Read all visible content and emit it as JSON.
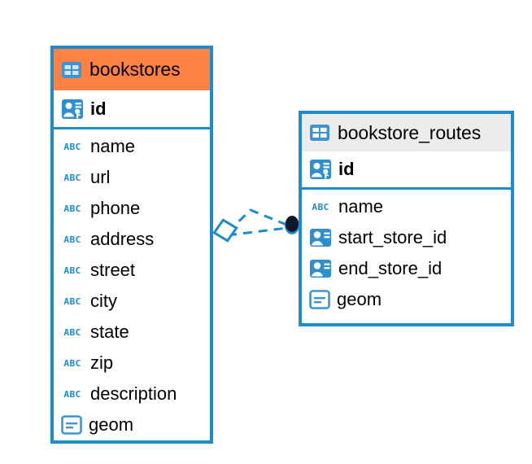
{
  "diagram": {
    "type": "entity-relationship-diagram",
    "background": "#ffffff",
    "colors": {
      "border": "#1e8bcd",
      "header_accent": "#fc8244",
      "header_neutral": "#ececec",
      "icon_blue": "#3d94d1",
      "text": "#000000",
      "connector_line": "#1e8bcd",
      "connector_dot": "#0d1b2a"
    },
    "entities": [
      {
        "name": "bookstores",
        "header_style": "accent",
        "icon": "table-icon",
        "keys": [
          {
            "name": "id",
            "icon": "primary-key-icon",
            "type": "pk"
          }
        ],
        "fields": [
          {
            "name": "name",
            "icon": "abc-text-icon",
            "type": "text"
          },
          {
            "name": "url",
            "icon": "abc-text-icon",
            "type": "text"
          },
          {
            "name": "phone",
            "icon": "abc-text-icon",
            "type": "text"
          },
          {
            "name": "address",
            "icon": "abc-text-icon",
            "type": "text"
          },
          {
            "name": "street",
            "icon": "abc-text-icon",
            "type": "text"
          },
          {
            "name": "city",
            "icon": "abc-text-icon",
            "type": "text"
          },
          {
            "name": "state",
            "icon": "abc-text-icon",
            "type": "text"
          },
          {
            "name": "zip",
            "icon": "abc-text-icon",
            "type": "text"
          },
          {
            "name": "description",
            "icon": "abc-text-icon",
            "type": "text"
          },
          {
            "name": "geom",
            "icon": "geometry-icon",
            "type": "geometry"
          }
        ]
      },
      {
        "name": "bookstore_routes",
        "header_style": "neutral",
        "icon": "table-icon",
        "keys": [
          {
            "name": "id",
            "icon": "primary-key-icon",
            "type": "pk"
          }
        ],
        "fields": [
          {
            "name": "name",
            "icon": "abc-text-icon",
            "type": "text"
          },
          {
            "name": "start_store_id",
            "icon": "foreign-key-icon",
            "type": "fk"
          },
          {
            "name": "end_store_id",
            "icon": "foreign-key-icon",
            "type": "fk"
          },
          {
            "name": "geom",
            "icon": "geometry-icon",
            "type": "geometry"
          }
        ]
      }
    ],
    "relationship": {
      "source_marker": "diamond-marker",
      "target_marker": "filled-dot-marker",
      "line_style": "dashed"
    },
    "abc_label": "ABC"
  }
}
